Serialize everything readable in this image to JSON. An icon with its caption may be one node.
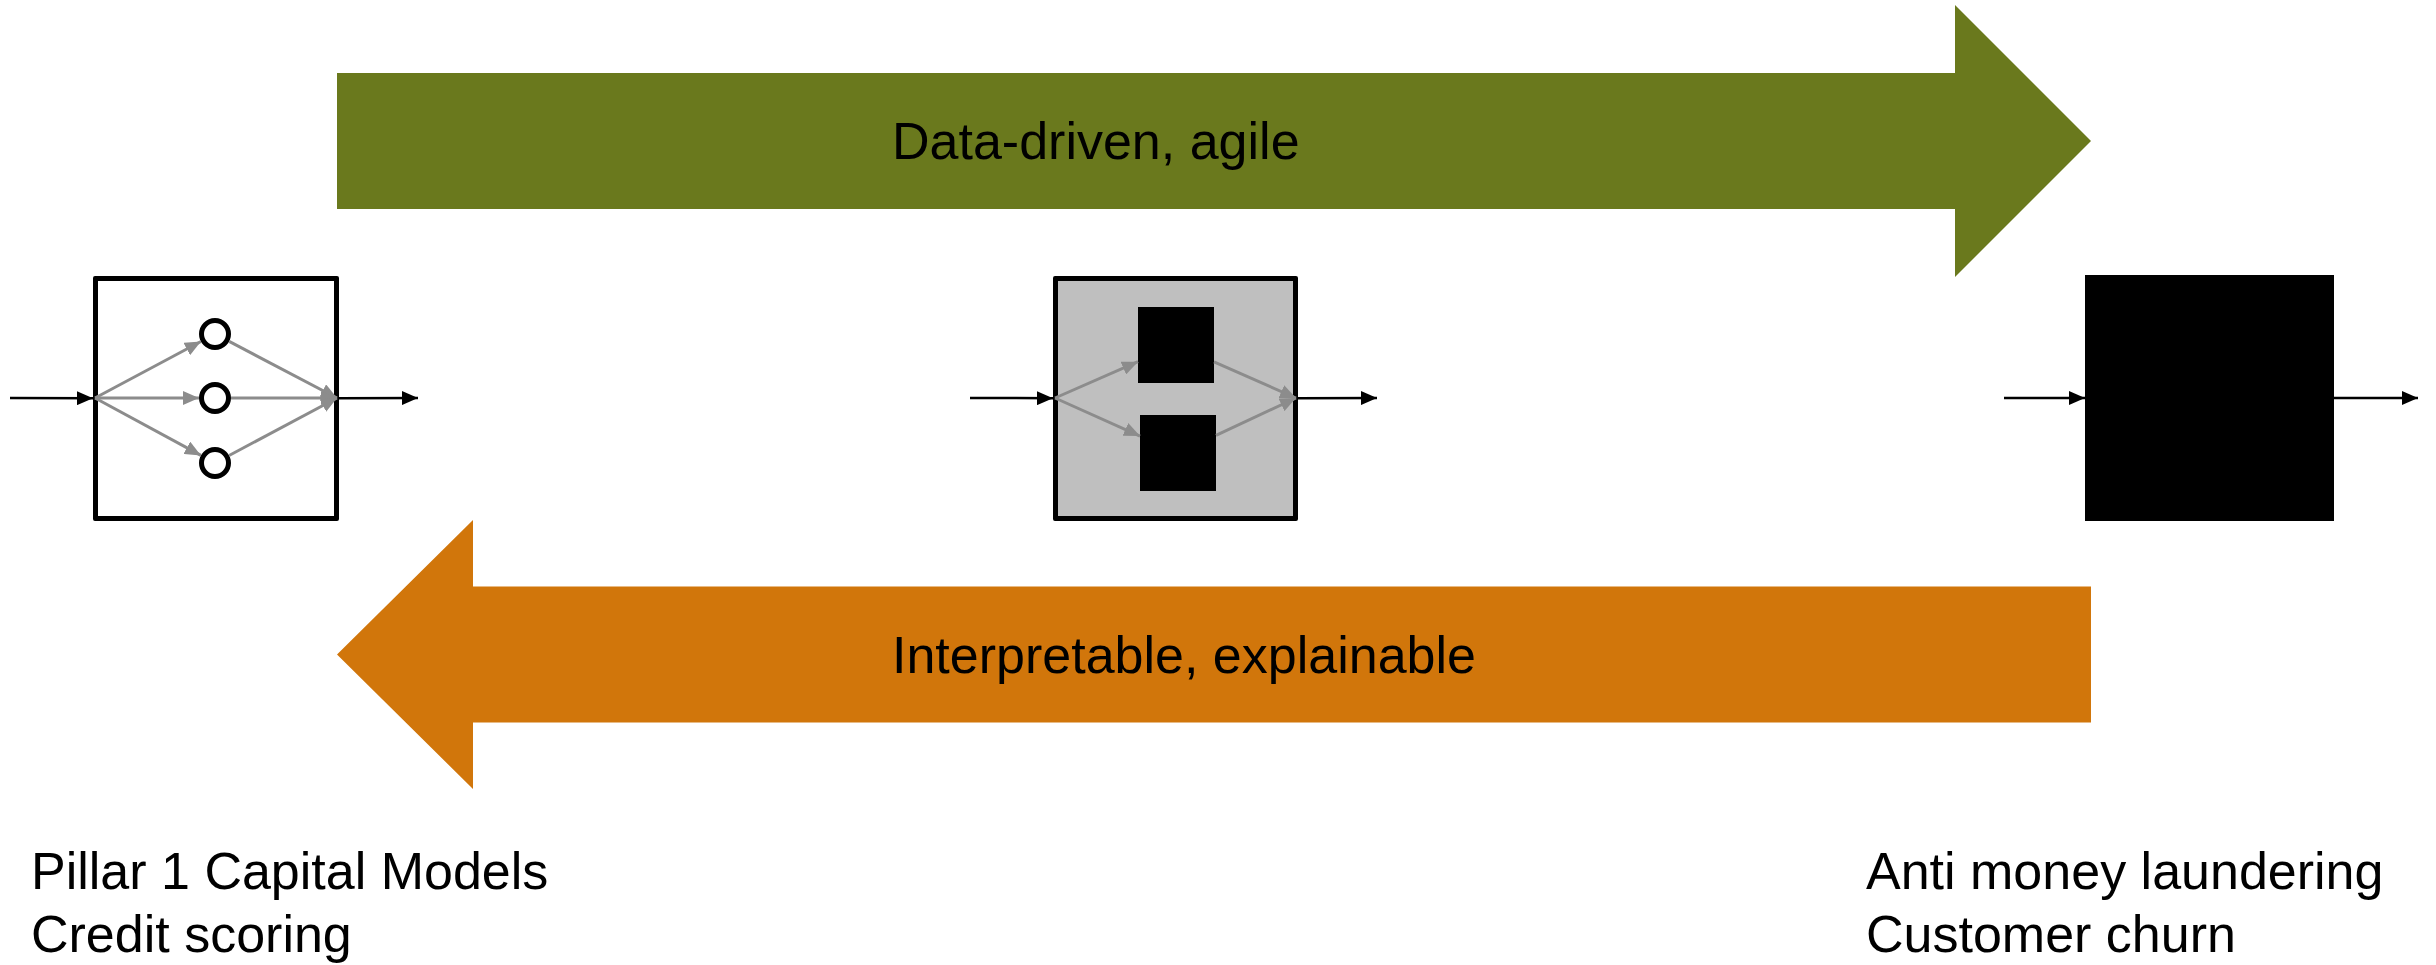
{
  "diagram": {
    "nodes": [
      {
        "text": [
          "Data-driven, agile"
        ]
      },
      {
        "text": [
          "Interpretable, explainable"
        ]
      },
      {
        "text": [],
        "shape": "box"
      },
      {
        "text": [],
        "shape": "circle",
        "in": 2
      },
      {
        "text": [],
        "shape": "circle",
        "in": 2
      },
      {
        "text": [],
        "shape": "circle",
        "in": 2
      },
      {
        "text": [],
        "shape": "box"
      },
      {
        "text": [],
        "shape": "box",
        "in": 6
      },
      {
        "text": [],
        "shape": "box",
        "in": 6
      },
      {
        "text": [],
        "shape": "box"
      }
    ],
    "edges": [
      {
        "from": null,
        "to": 2,
        "arrow": "to",
        "color": "#000000"
      },
      {
        "from": 2,
        "to": null,
        "arrow": "to",
        "color": "#000000"
      },
      {
        "from": null,
        "to": 3,
        "arrow": "to"
      },
      {
        "from": null,
        "to": 4,
        "arrow": "to"
      },
      {
        "from": null,
        "to": 5,
        "arrow": "to"
      },
      {
        "from": 3,
        "to": null,
        "arrow": "to"
      },
      {
        "from": 4,
        "to": null,
        "arrow": "to"
      },
      {
        "from": 5,
        "to": null,
        "arrow": "to"
      },
      {
        "from": null,
        "to": 6,
        "arrow": "to",
        "color": "#000000"
      },
      {
        "from": 6,
        "to": null,
        "arrow": "to",
        "color": "#000000"
      },
      {
        "from": null,
        "to": 7,
        "arrow": "to"
      },
      {
        "from": null,
        "to": 8,
        "arrow": "to"
      },
      {
        "from": 7,
        "to": null,
        "arrow": "to"
      },
      {
        "from": 8,
        "to": null,
        "arrow": "to"
      },
      {
        "from": null,
        "to": 9,
        "arrow": "to",
        "color": "#000000"
      },
      {
        "from": 9,
        "to": null,
        "arrow": "to",
        "color": "#000000"
      }
    ],
    "labels": [
      "Pillar 1 Capital Models",
      "Credit scoring",
      "Anti money laundering",
      "Customer churn"
    ]
  }
}
